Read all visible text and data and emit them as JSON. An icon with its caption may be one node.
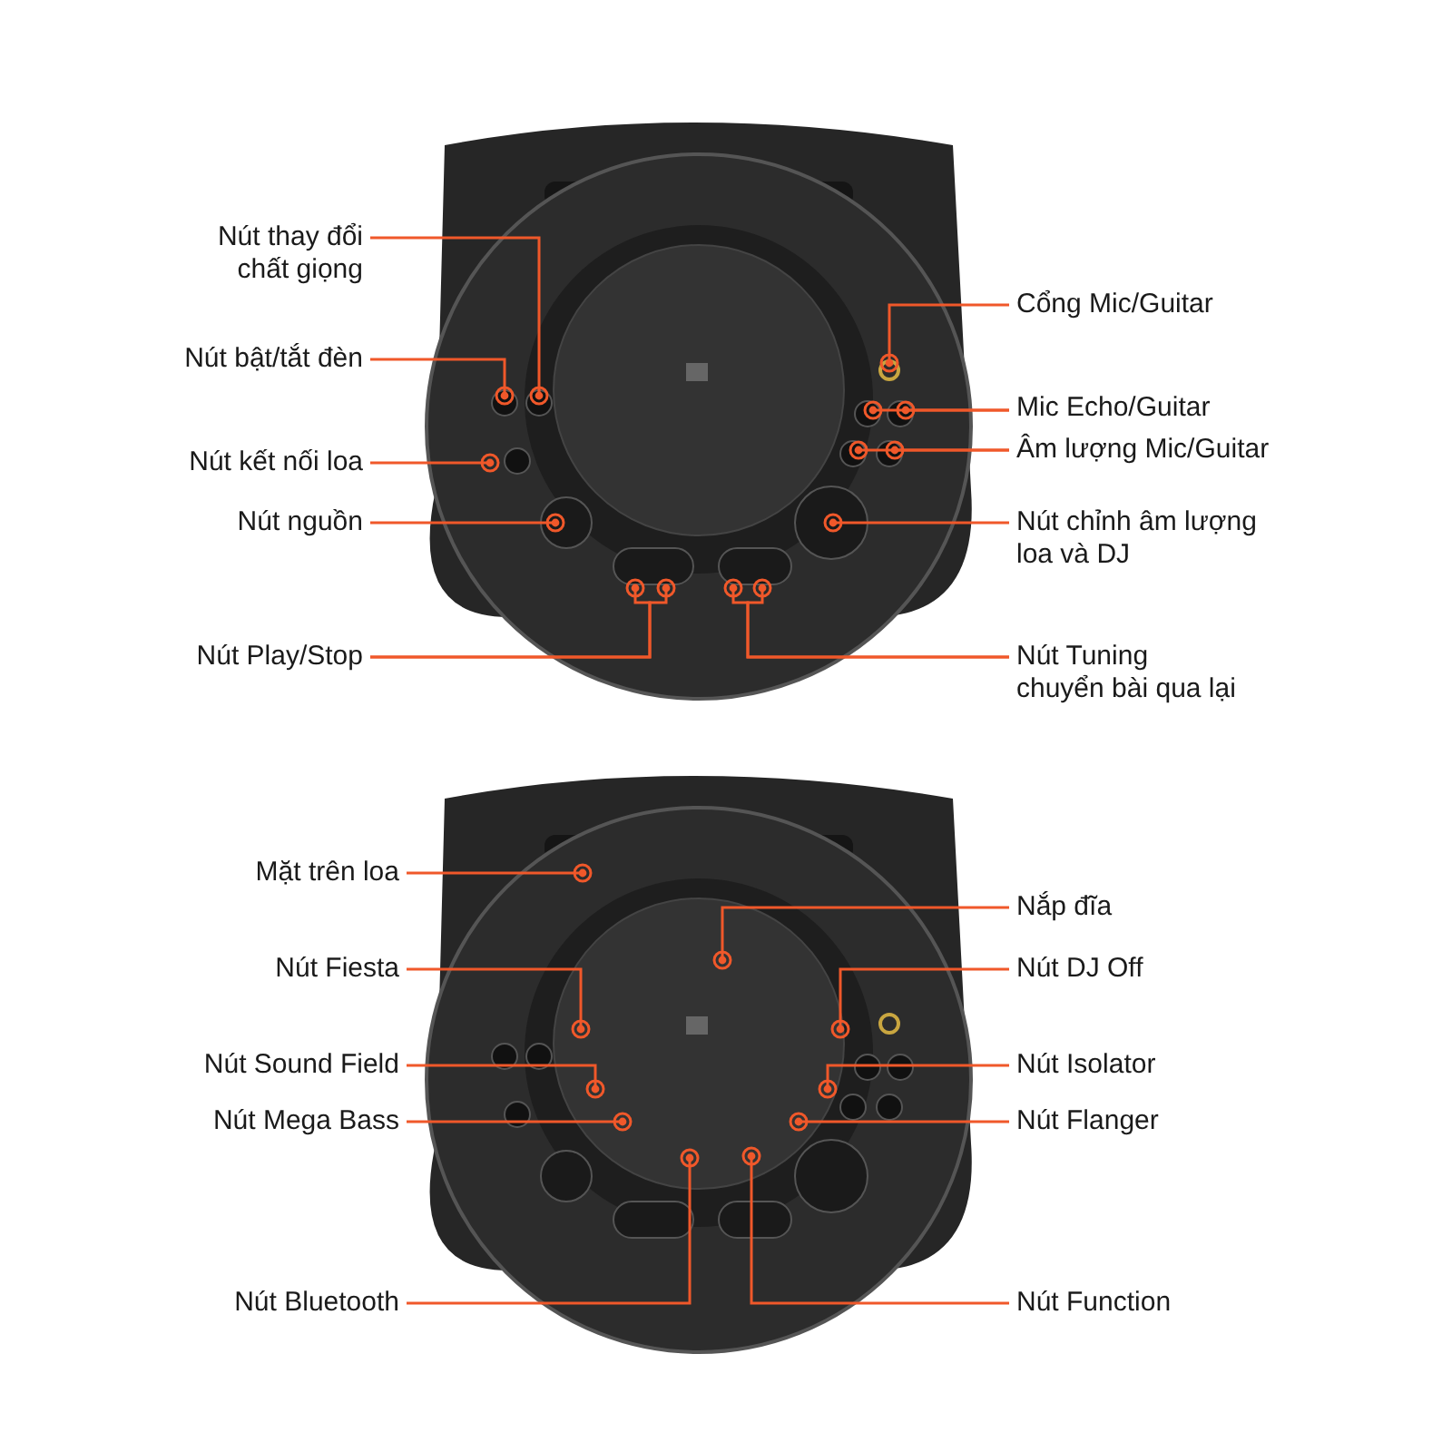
{
  "diagram": {
    "nodes": [
      {
        "text": [
          "Nút thay đổi chất giọng"
        ]
      },
      {
        "text": [
          "Nút bật/tắt đèn"
        ]
      },
      {
        "text": [
          "Nút kết nối loa"
        ]
      },
      {
        "text": [
          "Nút nguồn"
        ]
      },
      {
        "text": [
          "Nút Play/Stop"
        ]
      },
      {
        "text": [
          "Cổng Mic/Guitar"
        ]
      },
      {
        "text": [
          "Mic Echo/Guitar"
        ]
      },
      {
        "text": [
          "Âm lượng Mic/Guitar"
        ]
      },
      {
        "text": [
          "Nút chỉnh âm lượng loa và DJ"
        ]
      },
      {
        "text": [
          "Nút Tuning chuyển bài qua lại"
        ]
      },
      {
        "text": [
          "Mặt trên loa"
        ]
      },
      {
        "text": [
          "Nắp đĩa"
        ]
      },
      {
        "text": [
          "Nút Fiesta"
        ]
      },
      {
        "text": [
          "Nút DJ Off"
        ]
      },
      {
        "text": [
          "Nút Sound Field"
        ]
      },
      {
        "text": [
          "Nút Isolator"
        ]
      },
      {
        "text": [
          "Nút Mega Bass"
        ]
      },
      {
        "text": [
          "Nút Flanger"
        ]
      },
      {
        "text": [
          "Nút Bluetooth"
        ]
      },
      {
        "text": [
          "Nút Function"
        ]
      }
    ],
    "edges": [
      {
        "from": 0,
        "to": null,
        "arrow": "other"
      },
      {
        "from": 1,
        "to": null,
        "arrow": "other"
      },
      {
        "from": 2,
        "to": null,
        "arrow": "other"
      },
      {
        "from": 3,
        "to": null,
        "arrow": "other"
      },
      {
        "from": 4,
        "to": null,
        "arrow": "other"
      },
      {
        "from": 4,
        "to": null,
        "arrow": "other"
      },
      {
        "from": 5,
        "to": null,
        "arrow": "other"
      },
      {
        "from": 6,
        "to": null,
        "arrow": "other"
      },
      {
        "from": 6,
        "to": null,
        "arrow": "other"
      },
      {
        "from": 7,
        "to": null,
        "arrow": "other"
      },
      {
        "from": 7,
        "to": null,
        "arrow": "other"
      },
      {
        "from": 8,
        "to": null,
        "arrow": "other"
      },
      {
        "from": 9,
        "to": null,
        "arrow": "other"
      },
      {
        "from": 9,
        "to": null,
        "arrow": "other"
      },
      {
        "from": 10,
        "to": null,
        "arrow": "other"
      },
      {
        "from": 11,
        "to": null,
        "arrow": "other"
      },
      {
        "from": 12,
        "to": null,
        "arrow": "other"
      },
      {
        "from": 13,
        "to": null,
        "arrow": "other"
      },
      {
        "from": 14,
        "to": null,
        "arrow": "other"
      },
      {
        "from": 15,
        "to": null,
        "arrow": "other"
      },
      {
        "from": 16,
        "to": null,
        "arrow": "other"
      },
      {
        "from": 17,
        "to": null,
        "arrow": "other"
      },
      {
        "from": 18,
        "to": null,
        "arrow": "other"
      },
      {
        "from": 19,
        "to": null,
        "arrow": "other"
      }
    ]
  }
}
